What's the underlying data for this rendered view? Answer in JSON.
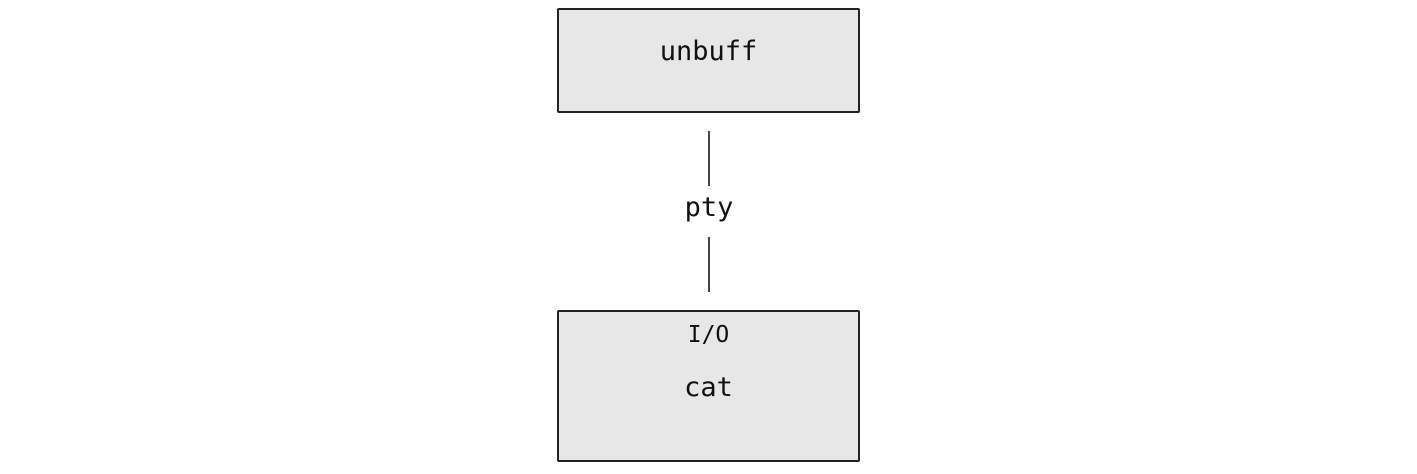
{
  "diagram": {
    "top_box": {
      "label": "unbuff"
    },
    "connector": {
      "label": "pty"
    },
    "bottom_box": {
      "label_small": "I/O",
      "label": "cat"
    }
  }
}
